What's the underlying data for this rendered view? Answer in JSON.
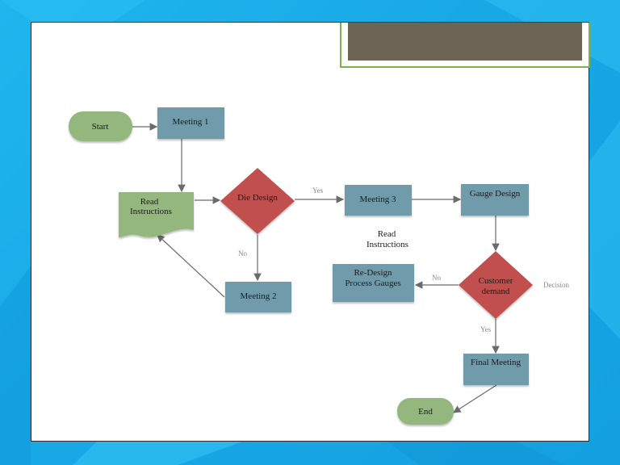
{
  "nodes": {
    "start": "Start",
    "meeting1": "Meeting 1",
    "read_instructions_1": "Read",
    "read_instructions_2": "Instructions",
    "die_design": "Die Design",
    "meeting2": "Meeting 2",
    "meeting3": "Meeting 3",
    "gauge_design": "Gauge Design",
    "customer_demand_1": "Customer",
    "customer_demand_2": "demand",
    "redesign_1": "Re-Design",
    "redesign_2": "Process Gauges",
    "final_meeting": "Final Meeting",
    "end": "End"
  },
  "edge_labels": {
    "die_yes": "Yes",
    "die_no": "No",
    "cust_no": "No",
    "cust_yes": "Yes",
    "decision": "Decision"
  },
  "free_text": {
    "line1": "Read",
    "line2": "Instructions"
  },
  "colors": {
    "process": "#6f9bab",
    "terminal": "#93b77b",
    "decision": "#c0504d",
    "document": "#93b77b",
    "connector": "#6b6b6b"
  }
}
